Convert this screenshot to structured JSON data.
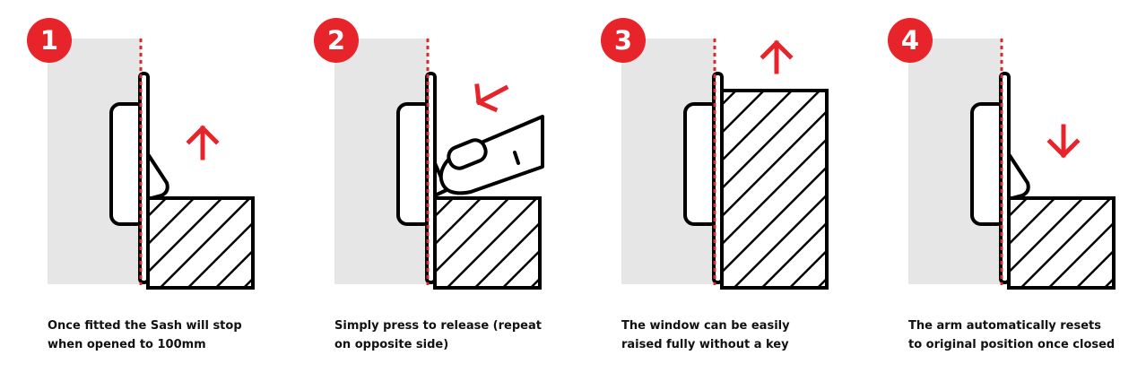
{
  "accent_color": "#e8242b",
  "steps": [
    {
      "number": "1",
      "caption": "Once fitted the Sash will stop\nwhen opened to 100mm",
      "arrow": "up-arrow-icon"
    },
    {
      "number": "2",
      "caption": "Simply press to release (repeat\non opposite side)",
      "arrow": "press-arrow-icon"
    },
    {
      "number": "3",
      "caption": "The window can be easily\nraised fully without a key",
      "arrow": "up-arrow-icon"
    },
    {
      "number": "4",
      "caption": "The arm automatically resets\nto original position once closed",
      "arrow": "down-arrow-icon"
    }
  ]
}
